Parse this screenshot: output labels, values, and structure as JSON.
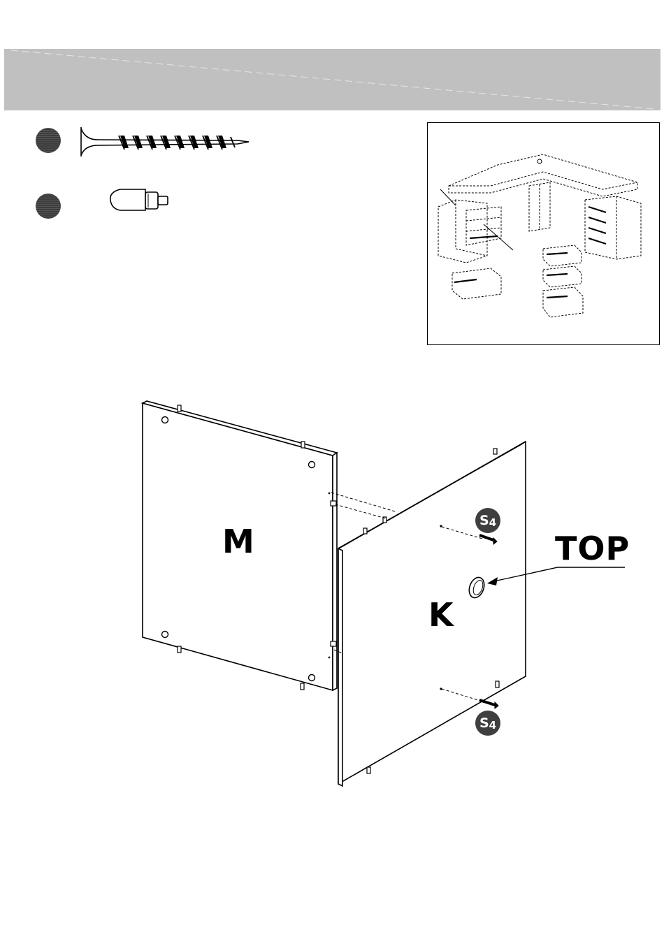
{
  "labels": {
    "panel_m": "M",
    "panel_k": "K",
    "top": "TOP",
    "s4_code": "S",
    "s4_num": "4"
  },
  "colors": {
    "header": "#c0c0c0",
    "badge": "#3f3f3f",
    "line": "#000000"
  },
  "icons": {
    "screw": "screw-icon",
    "dowel": "dowel-icon",
    "overview": "desk-overview-illustration"
  }
}
